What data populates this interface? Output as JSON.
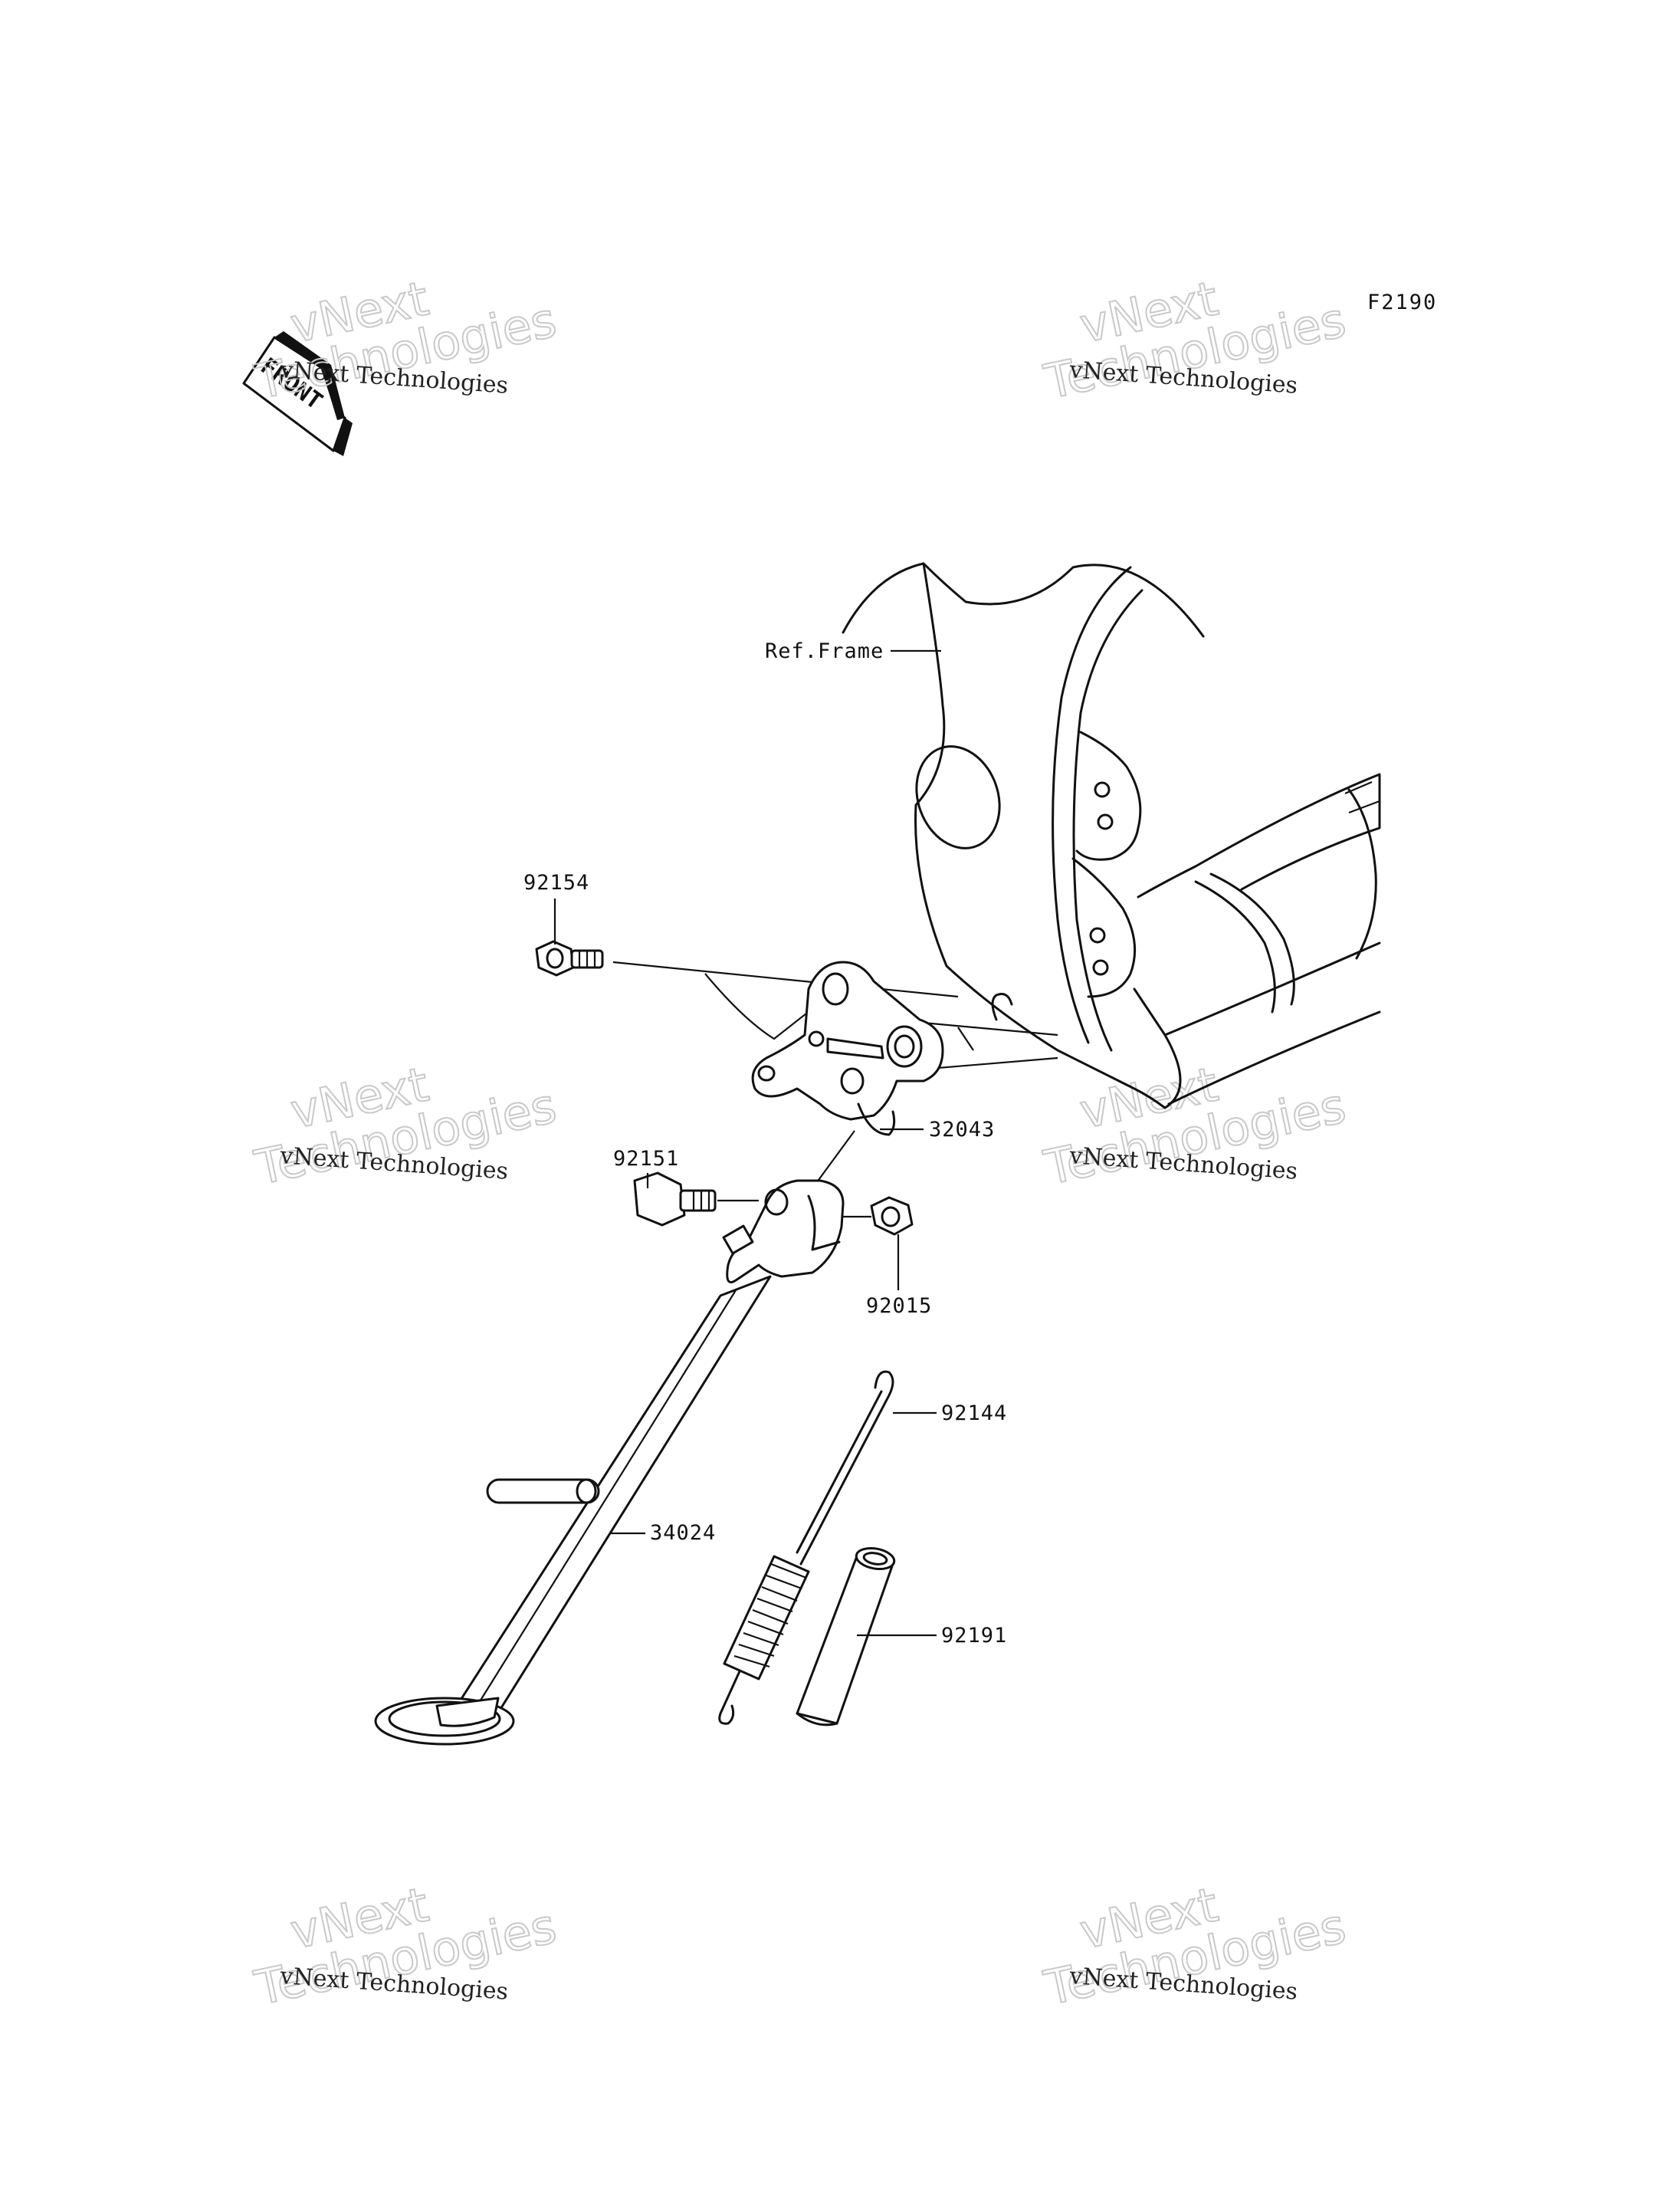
{
  "diagram": {
    "code": "F2190",
    "front_badge": "FRONT",
    "ref_label": "Ref.Frame",
    "parts": [
      {
        "id": "92154"
      },
      {
        "id": "32043"
      },
      {
        "id": "92151"
      },
      {
        "id": "92015"
      },
      {
        "id": "92144"
      },
      {
        "id": "34024"
      },
      {
        "id": "92191"
      }
    ]
  },
  "watermark": {
    "line_small": "vNext Technologies",
    "line_big_1": "vNext",
    "line_big_2": "Technologies"
  },
  "colors": {
    "ink": "#111111",
    "watermark_outline": "#c9c9c9",
    "background": "#ffffff"
  }
}
